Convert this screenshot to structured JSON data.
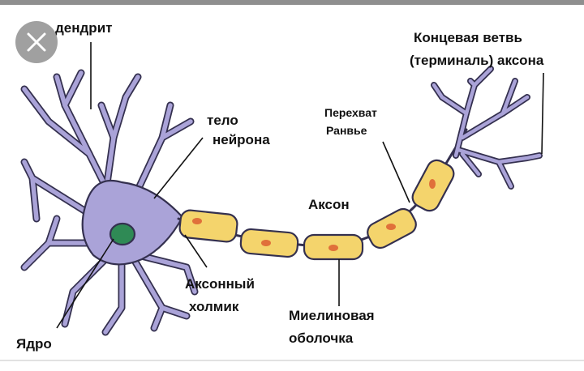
{
  "viewer": {
    "close_icon": "close-icon"
  },
  "diagram": {
    "labels": {
      "dendrite": "дендрит",
      "cell_body_line1": "тело",
      "cell_body_line2": "нейрона",
      "node_line1": "Перехват",
      "node_line2": "Ранвье",
      "axon": "Аксон",
      "terminal_line1": "Концевая ветвь",
      "terminal_line2": "(терминаль) аксона",
      "hillock_line1": "Аксонный",
      "hillock_line2": "холмик",
      "myelin_line1": "Миелиновая",
      "myelin_line2": "оболочка",
      "nucleus": "Ядро"
    },
    "colors": {
      "cell": "#aaa3d8",
      "outline": "#34304f",
      "nucleus": "#2f8a55",
      "myelin": "#f4d46c",
      "myelin_dot": "#e0703a"
    }
  }
}
